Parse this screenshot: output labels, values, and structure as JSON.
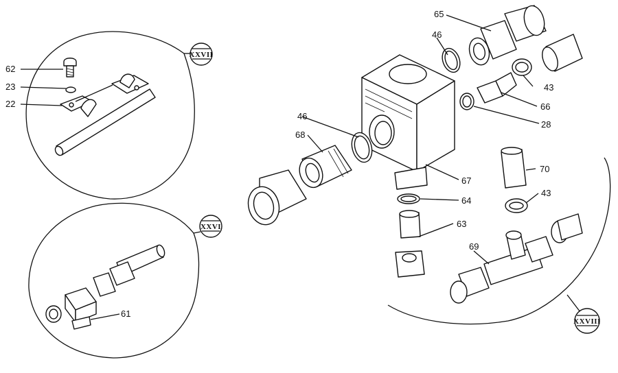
{
  "labels": {
    "p62": "62",
    "p23": "23",
    "p22": "22",
    "p61": "61",
    "p65": "65",
    "p46a": "46",
    "p43a": "43",
    "p66": "66",
    "p28": "28",
    "p46b": "46",
    "p68": "68",
    "p67": "67",
    "p64": "64",
    "p63": "63",
    "p70": "70",
    "p43b": "43",
    "p69": "69"
  },
  "callouts": {
    "c27": "XXVII",
    "c26": "XXVI",
    "c28": "XXVIII"
  }
}
